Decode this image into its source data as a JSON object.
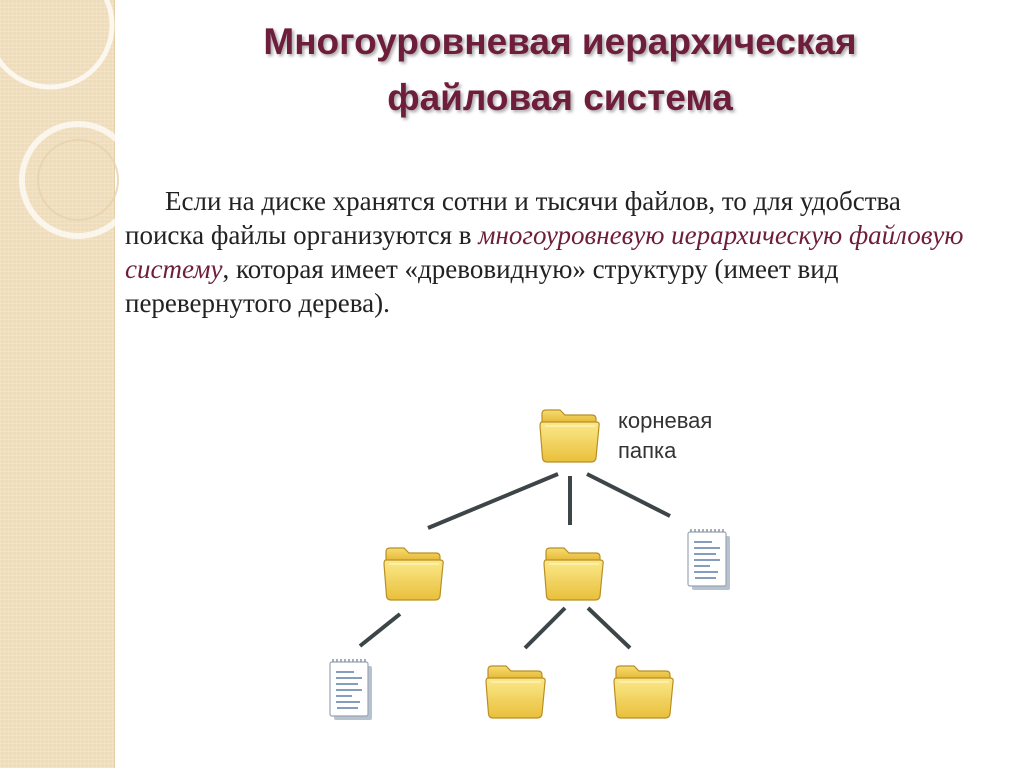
{
  "title": {
    "line1": "Многоуровневая иерархическая",
    "line2": "файловая система"
  },
  "paragraph": {
    "part1": "Если на диске хранятся сотни и тысячи файлов, то для удобства поиска файлы организуются в ",
    "emphasis": "многоуровневую иерархическую файловую систему",
    "part2": ", которая имеет «древовидную» структуру (имеет вид перевернутого дерева)."
  },
  "diagram": {
    "root_label_line1": "корневая",
    "root_label_line2": "папка",
    "nodes": [
      {
        "id": "root",
        "type": "folder"
      },
      {
        "id": "level1-left",
        "type": "folder"
      },
      {
        "id": "level1-middle",
        "type": "folder"
      },
      {
        "id": "level1-right",
        "type": "file"
      },
      {
        "id": "level2-left",
        "type": "file"
      },
      {
        "id": "level2-middle",
        "type": "folder"
      },
      {
        "id": "level2-right",
        "type": "folder"
      }
    ],
    "edges": [
      [
        "root",
        "level1-left"
      ],
      [
        "root",
        "level1-middle"
      ],
      [
        "root",
        "level1-right"
      ],
      [
        "level1-left",
        "level2-left"
      ],
      [
        "level1-middle",
        "level2-middle"
      ],
      [
        "level1-middle",
        "level2-right"
      ]
    ]
  },
  "colors": {
    "title": "#6e1d3b",
    "emphasis": "#6e1d3b",
    "left_band": "#efdcbb",
    "folder_fill": "#f3d35a"
  }
}
